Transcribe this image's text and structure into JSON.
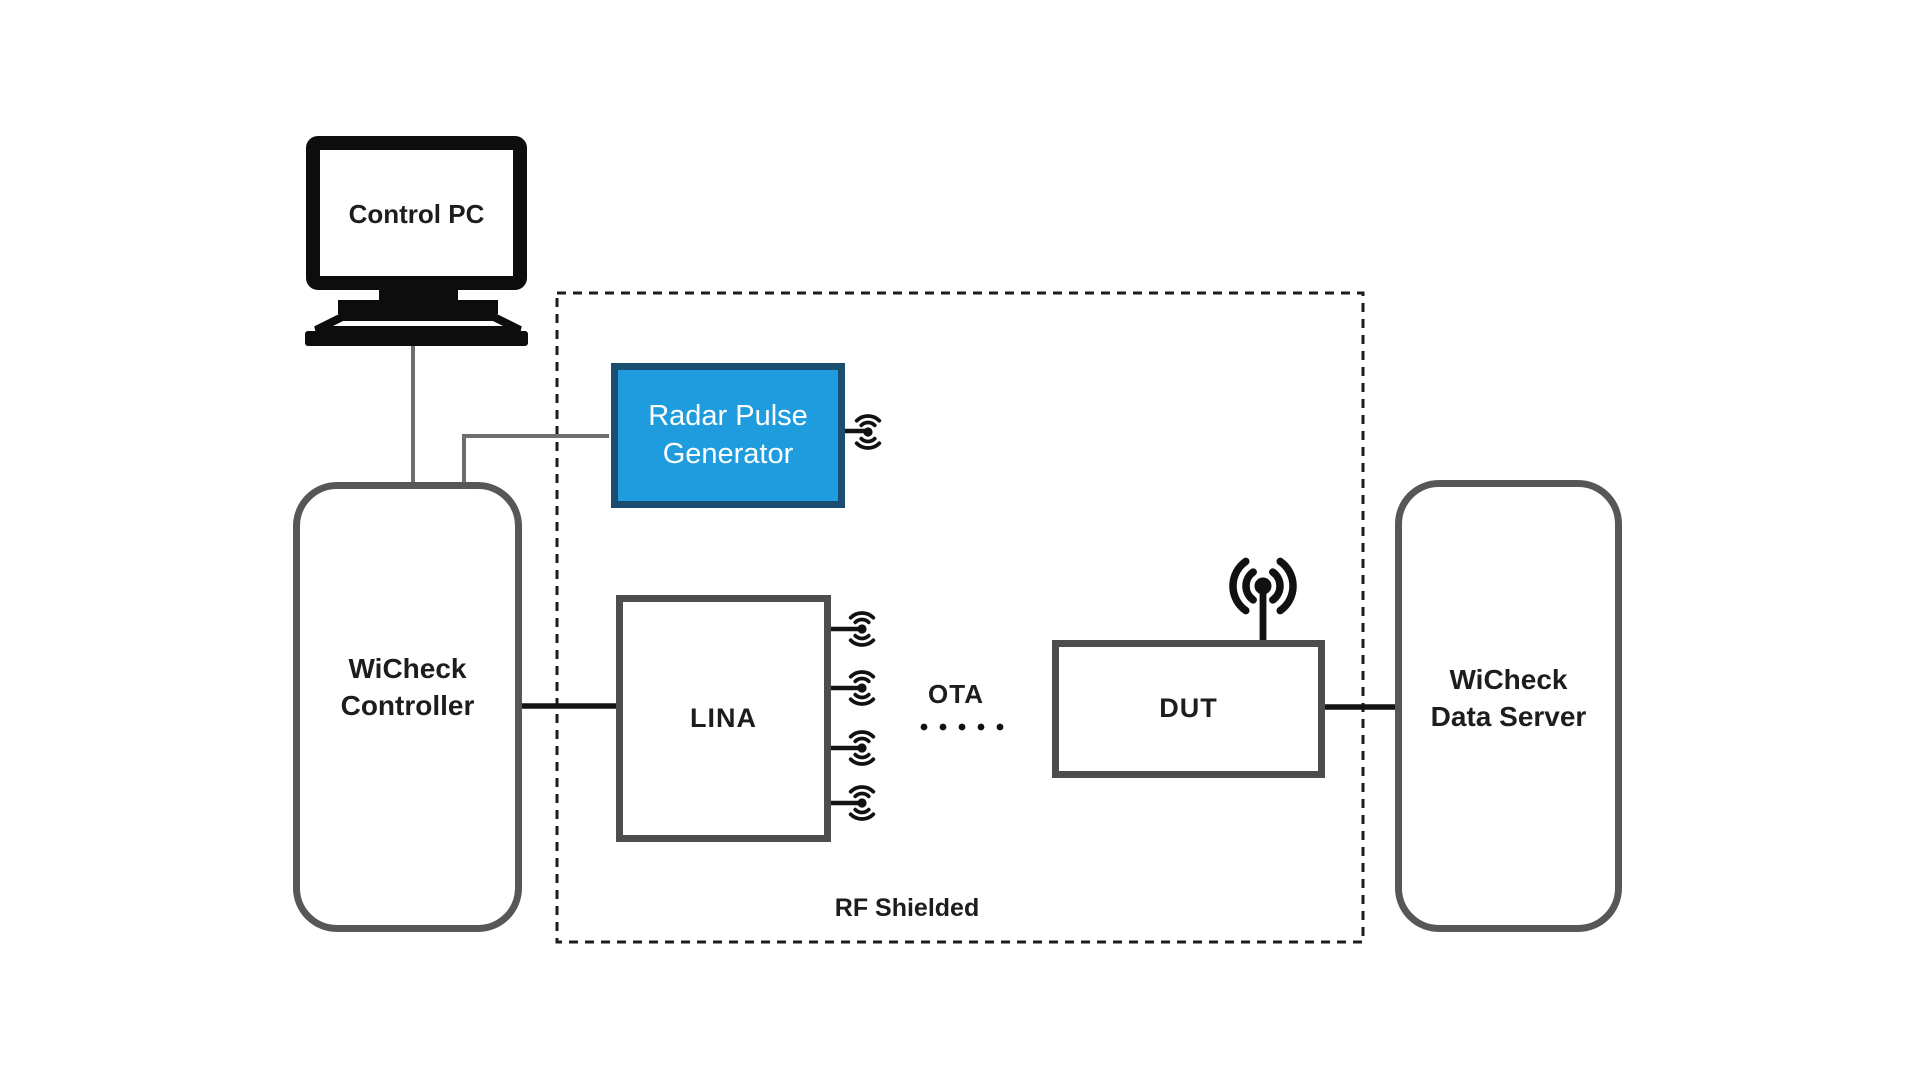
{
  "diagram": {
    "type": "block-diagram",
    "nodes": {
      "control_pc": {
        "label": "Control PC",
        "icon": "monitor-icon"
      },
      "wicheck_controller": {
        "label": "WiCheck\nController",
        "shape": "rounded-rect"
      },
      "radar_pulse_generator": {
        "label": "Radar Pulse\nGenerator",
        "shape": "rect",
        "icon": "wifi-signal-icon"
      },
      "lina": {
        "label": "LINA",
        "shape": "rect",
        "icons": [
          "wifi-signal-icon",
          "wifi-signal-icon",
          "wifi-signal-icon",
          "wifi-signal-icon"
        ]
      },
      "dut": {
        "label": "DUT",
        "shape": "rect",
        "icon": "antenna-icon"
      },
      "wicheck_data_server": {
        "label": "WiCheck\nData Server",
        "shape": "rounded-rect"
      }
    },
    "labels": {
      "ota": "OTA",
      "rf_shielded": "RF Shielded"
    },
    "connections": [
      "control_pc -> wicheck_controller",
      "wicheck_controller -> radar_pulse_generator",
      "wicheck_controller -> lina",
      "lina ... dut (OTA, over-the-air)",
      "dut -> wicheck_data_server"
    ],
    "colors": {
      "rpg_fill": "#1f9cdd",
      "rpg_border": "#1b4d70",
      "rpg_text": "#ffffff",
      "box_border_gray": "#575757",
      "wire_gray": "#6e6e6e",
      "wire_black": "#141414",
      "text_dark": "#1d1d1d",
      "background": "#ffffff"
    }
  }
}
